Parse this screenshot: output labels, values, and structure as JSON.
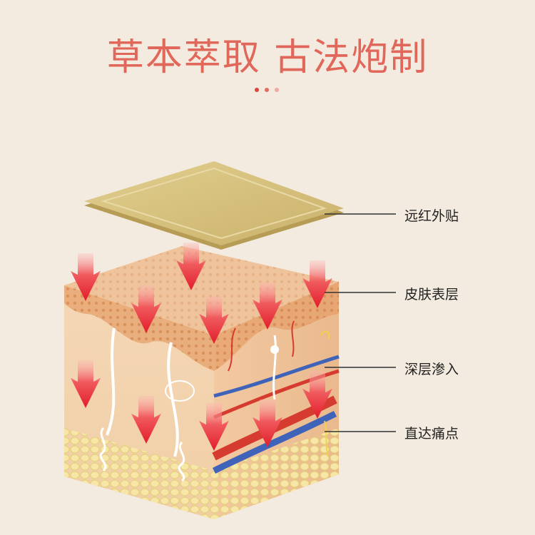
{
  "title": "草本萃取 古法炮制",
  "labels": {
    "patch": "远红外贴",
    "skin": "皮肤表层",
    "deep": "深层渗入",
    "target": "直达痛点"
  },
  "colors": {
    "title": "#e2675b",
    "arrow": "#e8333a",
    "patch": "#d7c27c",
    "skin": "#f0c6a0",
    "fat": "#f3e39a",
    "artery": "#d63b2f",
    "vein": "#3f63b8"
  }
}
